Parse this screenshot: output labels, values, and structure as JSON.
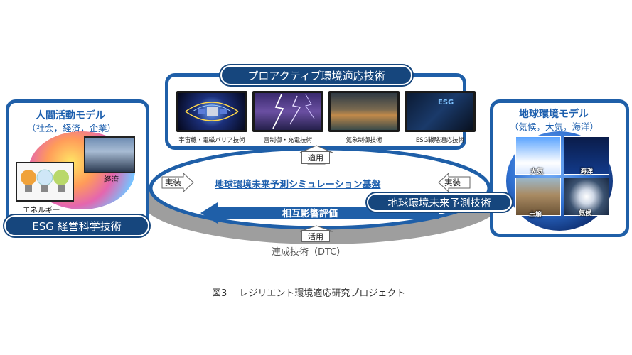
{
  "proactive": {
    "title": "プロアクティブ環境適応技術",
    "items": [
      {
        "label": "宇宙線・電磁バリア技術",
        "icon": "electromagnetic-barrier-image"
      },
      {
        "label": "雷制御・充電技術",
        "icon": "lightning-image"
      },
      {
        "label": "気象制御技術",
        "icon": "storm-clouds-image"
      },
      {
        "label": "ESG戦略適応技術",
        "icon": "esg-strategy-image"
      }
    ],
    "badge": "ESG"
  },
  "left": {
    "title": "人間活動モデル",
    "subtitle": "（社会，経済，企業）",
    "economy": "経済",
    "energy": "エネルギー",
    "footer": "ESG 経営科学技術"
  },
  "right": {
    "title": "地球環境モデル",
    "subtitle": "（気候，大気，海洋）",
    "tiles": [
      "大気",
      "海洋",
      "土壌",
      "気候"
    ]
  },
  "center": {
    "apply_top": "適用",
    "impl_left": "実装",
    "impl_right": "実装",
    "platform": "地球環境未来予測シミュレーション基盤",
    "prediction": "地球環境未来予測技術",
    "mutual": "相互影響評価",
    "apply_bottom": "活用",
    "dtc": "連成技術（DTC）"
  },
  "caption": "図3　 レジリエント環境適応研究プロジェクト",
  "colors": {
    "navy": "#16467d",
    "blue": "#1d5fae",
    "frame": "#1f5fa8",
    "gray_ellipse": "#9e9e9e"
  }
}
